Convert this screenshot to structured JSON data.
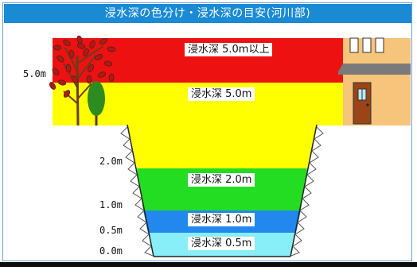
{
  "header": {
    "title": "浸水深の色分け・浸水深の目安(河川部)"
  },
  "depth_axis": {
    "labels": [
      "5.0m",
      "2.0m",
      "1.0m",
      "0.5m",
      "0.0m"
    ]
  },
  "bands": [
    {
      "label": "浸水深 5.0m以上",
      "color": "#ee1111"
    },
    {
      "label": "浸水深 5.0m",
      "color": "#ffff00"
    },
    {
      "label": "浸水深 2.0m",
      "color": "#22dd22"
    },
    {
      "label": "浸水深 1.0m",
      "color": "#2288ee"
    },
    {
      "label": "浸水深 0.5m",
      "color": "#88eef7"
    }
  ],
  "scene": {
    "ground_color": "#fcf7c8",
    "wall_color": "#ffffff",
    "house_wall_color": "#f6c47a",
    "roof_color": "#7a7a7a",
    "door_color": "#9a4418",
    "tree_foliage_color": "#cc2020",
    "shrub_color": "#2e8b20"
  }
}
